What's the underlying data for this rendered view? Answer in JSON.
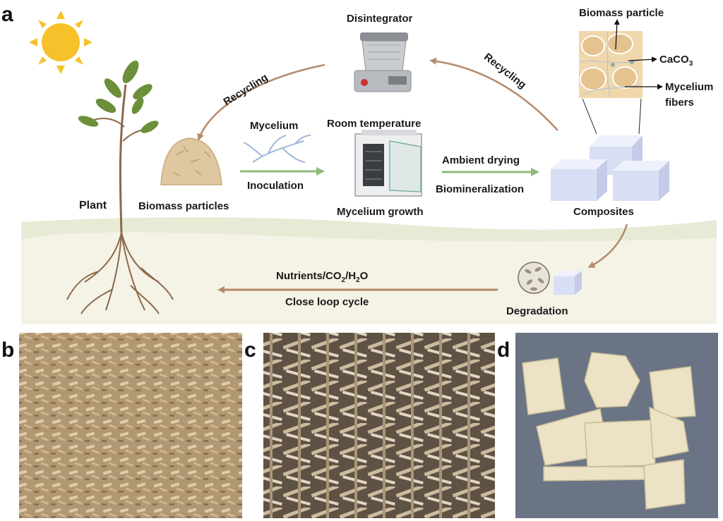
{
  "panel_letters": {
    "a": "a",
    "b": "b",
    "c": "c",
    "d": "d"
  },
  "labels": {
    "disintegrator": "Disintegrator",
    "biomass_particle": "Biomass particle",
    "caco3_base": "CaCO",
    "caco3_sub": "3",
    "mycelium_fibers_1": "Mycelium",
    "mycelium_fibers_2": "fibers",
    "recycling_left": "Recycling",
    "recycling_right": "Recycling",
    "mycelium": "Mycelium",
    "room_temperature": "Room temperature",
    "inoculation": "Inoculation",
    "ambient_drying": "Ambient drying",
    "biomineralization": "Biomineralization",
    "plant": "Plant",
    "biomass_particles": "Biomass particles",
    "mycelium_growth": "Mycelium growth",
    "composites": "Composites",
    "nutrients_1": "Nutrients/CO",
    "nutrients_sub1": "2",
    "nutrients_2": "/H",
    "nutrients_sub2": "2",
    "nutrients_3": "O",
    "close_loop": "Close loop cycle",
    "degradation": "Degradation"
  },
  "colors": {
    "arrow_brown": "#b58a6c",
    "arrow_green": "#8fb87a",
    "ground": "#f5f2e6",
    "grass": "#e7ebd6",
    "composite_block": "#d8def4",
    "hay": "#dfc7a1",
    "sun": "#f6c12a"
  },
  "icons": [
    "sun-icon",
    "plant-icon",
    "hay-pile-icon",
    "mycelium-icon",
    "incubator-icon",
    "disintegrator-icon",
    "composite-blocks-icon",
    "microstructure-icon",
    "degradation-icon"
  ]
}
